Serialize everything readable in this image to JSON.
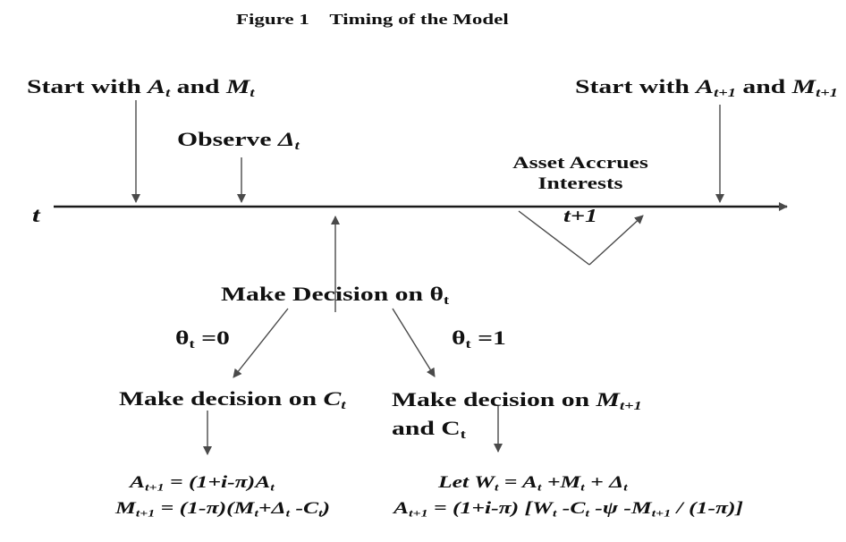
{
  "colors": {
    "background": "#ffffff",
    "text": "#111111",
    "line": "#4a4a4a",
    "axis": "#1a1a1a"
  },
  "title": "Figure 1    Timing of the Model",
  "timeline": {
    "origin_label": [
      {
        "t": "t",
        "i": true
      }
    ],
    "next_period_label": [
      {
        "t": "t+1",
        "i": true
      }
    ],
    "interval_note": "Asset Accrues\nInterests"
  },
  "events": {
    "start_t": [
      {
        "t": "Start with "
      },
      {
        "t": "A",
        "i": true
      },
      {
        "t": "t",
        "i": true,
        "sub": true
      },
      {
        "t": " and "
      },
      {
        "t": "M",
        "i": true
      },
      {
        "t": "t",
        "i": true,
        "sub": true
      }
    ],
    "observe_delta": [
      {
        "t": "Observe "
      },
      {
        "t": "Δ",
        "i": true
      },
      {
        "t": "t",
        "i": true,
        "sub": true
      }
    ],
    "start_t1": [
      {
        "t": "Start with "
      },
      {
        "t": "A",
        "i": true
      },
      {
        "t": "t+1",
        "i": true,
        "sub": true
      },
      {
        "t": " and "
      },
      {
        "t": "M",
        "i": true
      },
      {
        "t": "t+1",
        "i": true,
        "sub": true
      }
    ]
  },
  "decision": {
    "root": [
      {
        "t": "Make Decision on "
      },
      {
        "t": "θ"
      },
      {
        "t": "t",
        "sub": true
      }
    ],
    "theta0": [
      {
        "t": "θ"
      },
      {
        "t": "t",
        "sub": true
      },
      {
        "t": " =0"
      }
    ],
    "theta1": [
      {
        "t": "θ"
      },
      {
        "t": "t",
        "sub": true
      },
      {
        "t": " =1"
      }
    ],
    "branch_left": [
      {
        "t": "Make decision on "
      },
      {
        "t": "C",
        "i": true
      },
      {
        "t": "t",
        "i": true,
        "sub": true
      }
    ],
    "branch_right_line1": [
      {
        "t": "Make decision on "
      },
      {
        "t": "M",
        "i": true
      },
      {
        "t": "t+1",
        "i": true,
        "sub": true
      }
    ],
    "branch_right_line2": [
      {
        "t": "and C"
      },
      {
        "t": "t",
        "sub": true
      }
    ]
  },
  "equations": {
    "theta0_line1": [
      {
        "t": "A",
        "i": true
      },
      {
        "t": "t+1",
        "i": true,
        "sub": true
      },
      {
        "t": " = (1+i-π)",
        "i": true
      },
      {
        "t": "A",
        "i": true
      },
      {
        "t": "t",
        "i": true,
        "sub": true
      }
    ],
    "theta0_line2": [
      {
        "t": "M",
        "i": true
      },
      {
        "t": "t+1",
        "i": true,
        "sub": true
      },
      {
        "t": " = (1-π)(M",
        "i": true
      },
      {
        "t": "t",
        "i": true,
        "sub": true
      },
      {
        "t": "+Δ",
        "i": true
      },
      {
        "t": "t",
        "i": true,
        "sub": true
      },
      {
        "t": " -C",
        "i": true
      },
      {
        "t": "t",
        "i": true,
        "sub": true
      },
      {
        "t": ")",
        "i": true
      }
    ],
    "theta1_line1": [
      {
        "t": "Let W",
        "i": true
      },
      {
        "t": "t",
        "i": true,
        "sub": true
      },
      {
        "t": " = A",
        "i": true
      },
      {
        "t": "t",
        "i": true,
        "sub": true
      },
      {
        "t": " +M",
        "i": true
      },
      {
        "t": "t",
        "i": true,
        "sub": true
      },
      {
        "t": " + Δ",
        "i": true
      },
      {
        "t": "t",
        "i": true,
        "sub": true
      }
    ],
    "theta1_line2": [
      {
        "t": "A",
        "i": true
      },
      {
        "t": "t+1",
        "i": true,
        "sub": true
      },
      {
        "t": " = (1+i-π) [W",
        "i": true
      },
      {
        "t": "t",
        "i": true,
        "sub": true
      },
      {
        "t": " -C",
        "i": true
      },
      {
        "t": "t",
        "i": true,
        "sub": true
      },
      {
        "t": " -ψ -M",
        "i": true
      },
      {
        "t": "t+1",
        "i": true,
        "sub": true
      },
      {
        "t": " / (1-π)]",
        "i": true
      }
    ]
  }
}
